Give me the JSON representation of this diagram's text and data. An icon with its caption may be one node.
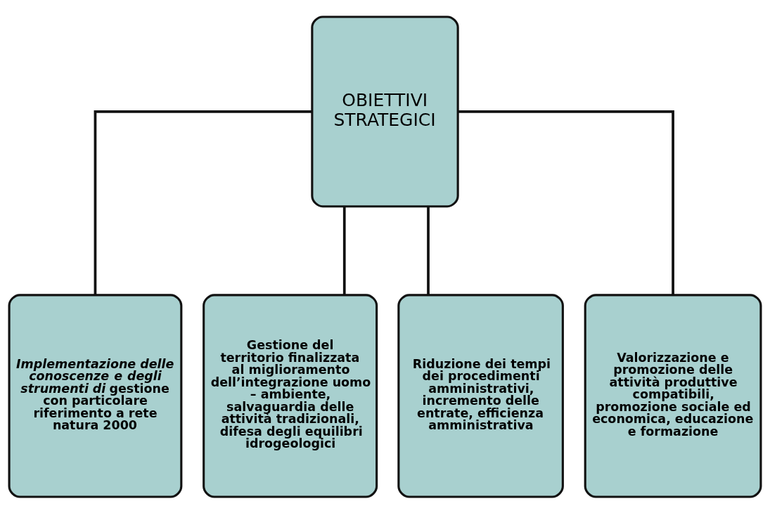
{
  "diagram": {
    "nodes": [
      {
        "text": [
          "OBIETTIVI STRATEGICI"
        ]
      },
      {
        "text": [
          "*Implementazione delle conoscenze e degli strumenti di* gestione con particolare riferimento a rete natura 2000"
        ]
      },
      {
        "text": [
          "Gestione del territorio finalizzata al miglioramento dell’integrazione uomo – ambiente, salvaguardia delle attività tradizionali, difesa degli equilibri idrogeologici"
        ]
      },
      {
        "text": [
          "Riduzione dei tempi dei procedimenti amministrativi, incremento delle entrate, efficienza amministrativa"
        ]
      },
      {
        "text": [
          "Valorizzazione e promozione delle attività produttive compatibili, promozione sociale ed economica, educazione e formazione"
        ]
      }
    ],
    "edges": [
      {
        "from": 0,
        "to": 1,
        "arrow": "none"
      },
      {
        "from": 0,
        "to": 2,
        "arrow": "none"
      },
      {
        "from": 0,
        "to": 3,
        "arrow": "none"
      },
      {
        "from": 0,
        "to": 4,
        "arrow": "none"
      }
    ]
  }
}
